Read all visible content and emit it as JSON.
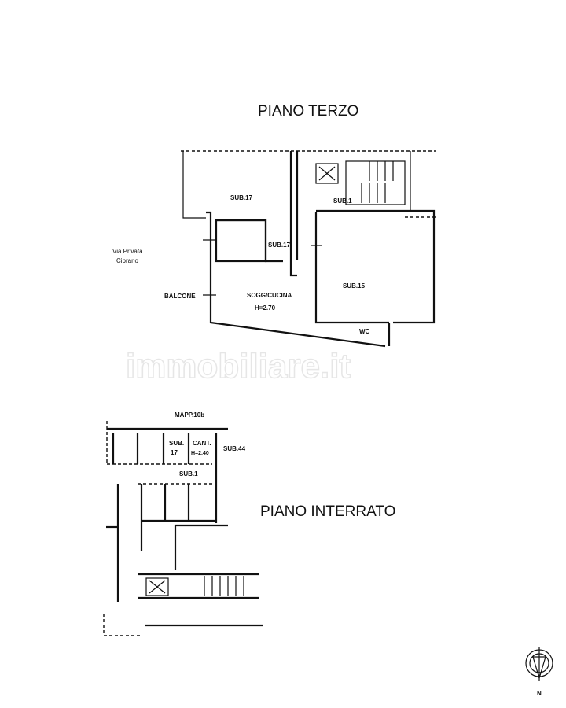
{
  "plans": {
    "upper": {
      "title": "PIANO TERZO",
      "labels": {
        "sub17_a": "SUB.17",
        "sub17_b": "SUB.17",
        "sub1": "SUB.1",
        "sub15": "SUB.15",
        "soggiorno": "SOGG/CUCINA",
        "height": "H=2.70",
        "balcone": "BALCONE",
        "wc": "WC",
        "street_1": "Via Privata",
        "street_2": "Cibrario"
      }
    },
    "lower": {
      "title": "PIANO INTERRATO",
      "labels": {
        "mapp": "MAPP.10b",
        "sub": "SUB.",
        "sub_num": "17",
        "cant": "CANT.",
        "cant_height": "H=2.40",
        "sub44": "SUB.44",
        "sub1": "SUB.1"
      }
    }
  },
  "compass": {
    "north": "N"
  },
  "watermark": "immobiliare.it"
}
